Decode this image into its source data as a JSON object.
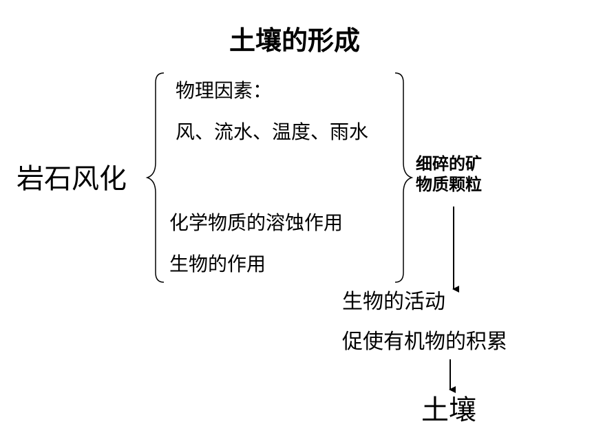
{
  "title": "土壤的形成",
  "root": "岩石风化",
  "physical_header": "物理因素：",
  "physical_items": "风、流水、温度、雨水",
  "chemical": "化学物质的溶蚀作用",
  "biological": "生物的作用",
  "result_line1": "细碎的矿",
  "result_line2": "物质颗粒",
  "bio_activity": "生物的活动",
  "accumulation": "促使有机物的积累",
  "final": "土壤",
  "colors": {
    "text": "#000000",
    "background": "#ffffff"
  },
  "icons": [
    "left-curly-brace",
    "right-curly-brace",
    "down-arrow-icon"
  ]
}
